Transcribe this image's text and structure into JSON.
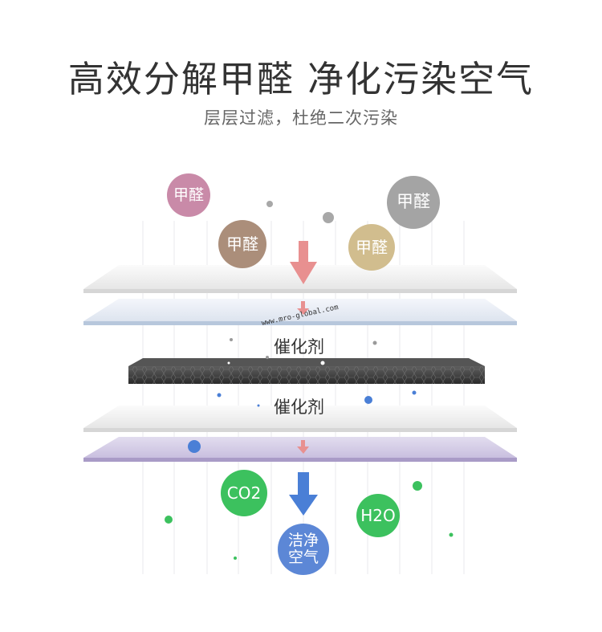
{
  "title": "高效分解甲醛 净化污染空气",
  "subtitle": "层层过滤，杜绝二次污染",
  "formaldehyde_bubbles": [
    {
      "label": "甲醛",
      "color": "#c98aa8"
    },
    {
      "label": "甲醛",
      "color": "#ab8e7a"
    },
    {
      "label": "甲醛",
      "color": "#d1bd8e"
    },
    {
      "label": "甲醛",
      "color": "#a4a4a4"
    }
  ],
  "catalyst_labels": [
    "催化剂",
    "催化剂"
  ],
  "output_bubbles": [
    {
      "label": "CO2",
      "color": "#3cc15e"
    },
    {
      "label": "H2O",
      "color": "#3cc15e"
    },
    {
      "label": "洁净\n空气",
      "color": "#5c87d6"
    }
  ],
  "watermark": "www.mro-global.com",
  "colors": {
    "arrow_red": "#e89090",
    "arrow_blue": "#4a7fd6",
    "dark_filter": "#3a3a3a",
    "blue_layer": "#b7c7dc",
    "purple_layer": "#b3a6cf",
    "grid_line": "#e7e7ee"
  }
}
